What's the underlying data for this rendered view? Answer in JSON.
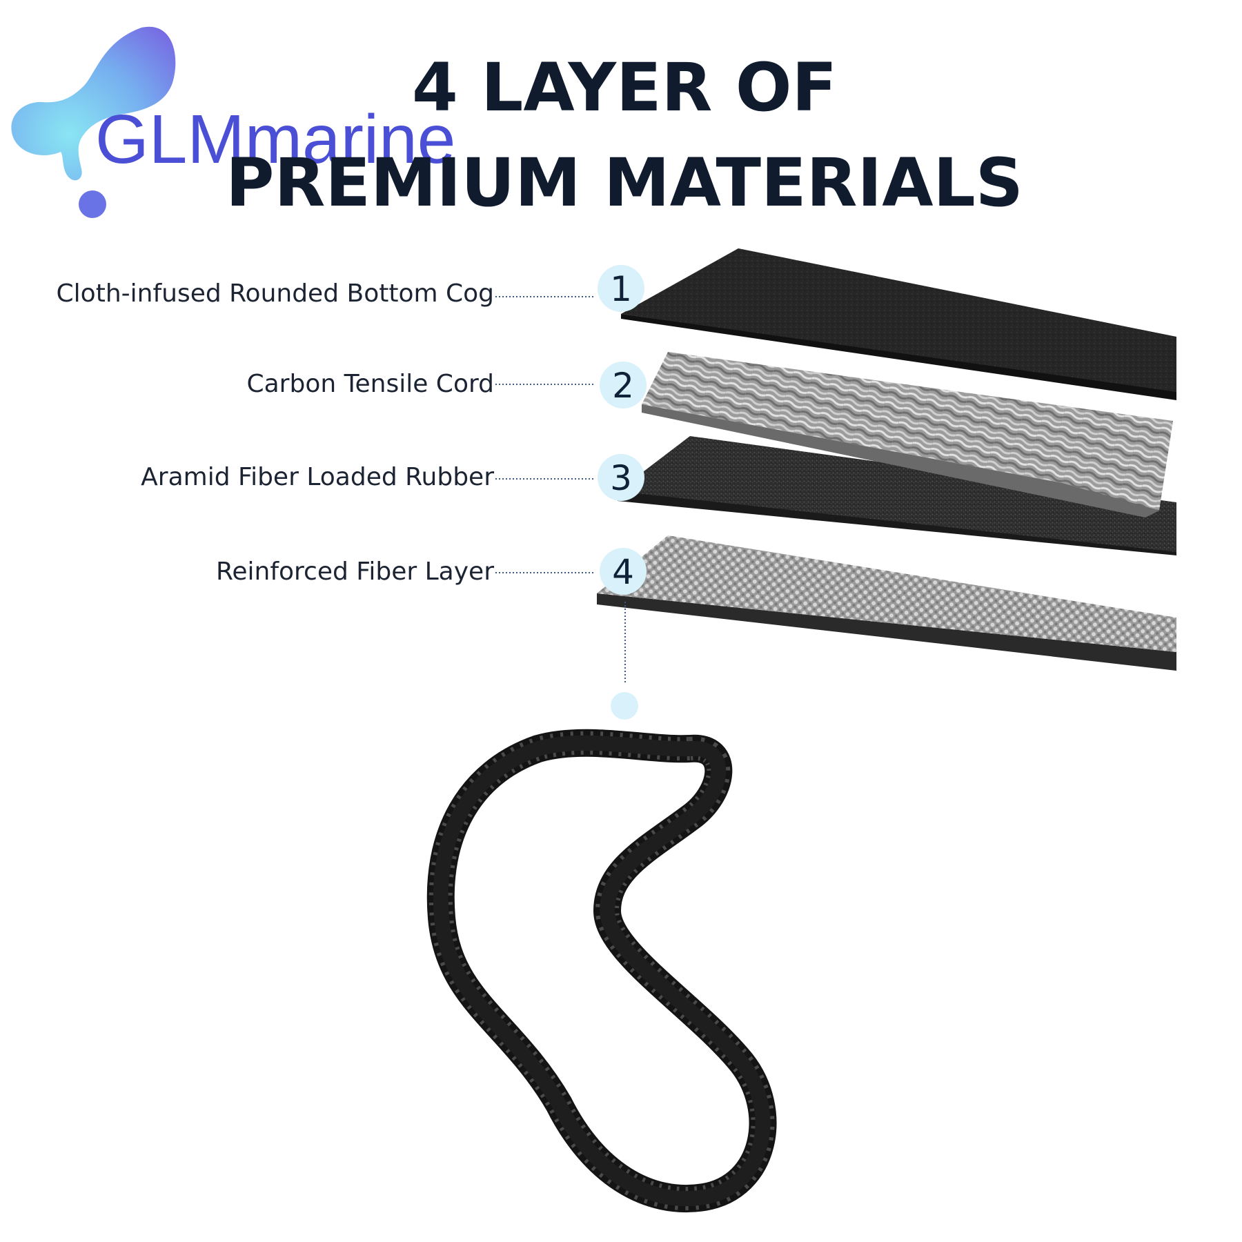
{
  "brand": {
    "logo_text": "GLMmarine",
    "colors": {
      "logo_blue": "#4a4fd6",
      "blob_light": "#7fe3f2",
      "blob_mid": "#6aa7ee",
      "blob_dark": "#6b5be0"
    }
  },
  "title": {
    "line1": "4 LAYER OF",
    "line2": "PREMIUM MATERIALS",
    "color": "#101c2e"
  },
  "layers": [
    {
      "number": "1",
      "label": "Cloth-infused Rounded Bottom Cog"
    },
    {
      "number": "2",
      "label": "Carbon Tensile Cord"
    },
    {
      "number": "3",
      "label": "Aramid Fiber Loaded Rubber"
    },
    {
      "number": "4",
      "label": "Reinforced Fiber Layer"
    }
  ],
  "colors": {
    "label_text": "#1c2433",
    "badge_fill": "#d8f1fb",
    "badge_text": "#0f2238",
    "connector": "#3b5a8a"
  }
}
